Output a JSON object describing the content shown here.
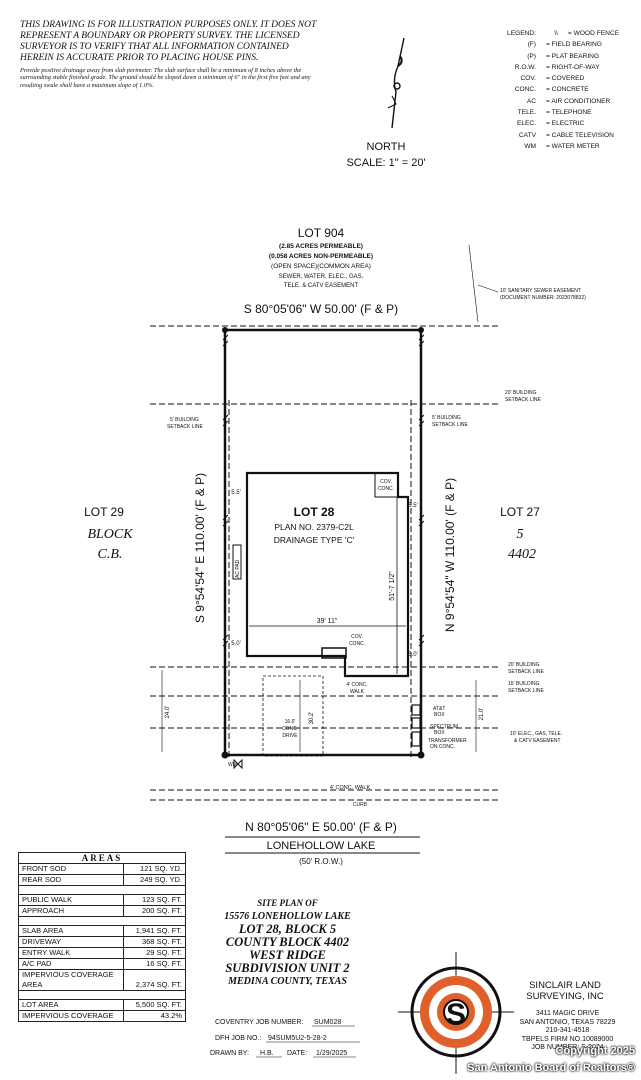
{
  "disclaimer": {
    "main": "This drawing is for illustration purposes only. It does not represent a boundary or property survey. The licensed surveyor is to verify that all information contained herein is accurate prior to placing house pins.",
    "drainage": "Provide positive drainage away from slab perimeter. The slab surface shall be a minimum of 8 inches above the surrounding stable finished grade. The ground should be sloped down a minimum of 6\" in the first five feet and any resulting swale shall have a maximum slope of 1.0%."
  },
  "legend": {
    "title": "LEGEND:",
    "items": [
      {
        "key": "\\\\",
        "value": "= WOOD FENCE"
      },
      {
        "key": "(F)",
        "value": "= FIELD BEARING"
      },
      {
        "key": "(P)",
        "value": "= PLAT BEARING"
      },
      {
        "key": "R.O.W.",
        "value": "= RIGHT-OF-WAY"
      },
      {
        "key": "COV.",
        "value": "= COVERED"
      },
      {
        "key": "CONC.",
        "value": "= CONCRETE"
      },
      {
        "key": "AC",
        "value": "= AIR CONDITIONER"
      },
      {
        "key": "TELE.",
        "value": "= TELEPHONE"
      },
      {
        "key": "ELEC.",
        "value": "= ELECTRIC"
      },
      {
        "key": "CATV",
        "value": "= CABLE TELEVISION"
      },
      {
        "key": "WM",
        "value": "= WATER METER"
      }
    ]
  },
  "north": {
    "label": "NORTH",
    "scale": "SCALE:  1\"  =  20'"
  },
  "lot_north": {
    "name": "LOT 904",
    "l1": "(2.85 ACRES PERMEABLE)",
    "l2": "(0.058 ACRES NON-PERMEABLE)",
    "l3": "(OPEN SPACE)(COMMON AREA)",
    "l4": "SEWER, WATER, ELEC., GAS,",
    "l5": "TELE. & CATV EASEMENT"
  },
  "bearings": {
    "north": "S 80°05'06\" W 50.00' (F & P)",
    "south": "N 80°05'06\" E 50.00' (F & P)",
    "west": "S 9°54'54\" E 110.00' (F & P)",
    "east": "N 9°54'54\" W 110.00' (F & P)"
  },
  "easements": {
    "sewer_1": "10' SANITARY SEWER EASEMENT",
    "sewer_2": "(DOCUMENT NUMBER: 2023078832)",
    "bsl20_top": "20' BUILDING",
    "bsl20_bottom": "SETBACK LINE",
    "bsl5_left_1": "5' BUILDING",
    "bsl5_left_2": "SETBACK LINE",
    "bsl5_right_1": "5' BUILDING",
    "bsl5_right_2": "SETBACK LINE",
    "bsl20b_1": "20' BUILDING",
    "bsl20b_2": "SETBACK LINE",
    "bsl15_1": "15' BUILDING",
    "bsl15_2": "SETBACK LINE",
    "util_1": "10' ELEC., GAS, TELE.",
    "util_2": "& CATV EASEMENT"
  },
  "lot_west": {
    "lot": "LOT 29",
    "block": "BLOCK",
    "cb": "C.B."
  },
  "lot_east": {
    "lot": "LOT 27",
    "block": "5",
    "num": "4402"
  },
  "house": {
    "lot": "LOT 28",
    "plan": "PLAN NO. 2379-C2L",
    "drainage": "DRAINAGE TYPE 'C'",
    "width": "39' 11\"",
    "depth": "51'-7 1/2\"",
    "cov_1": "COV.",
    "cov_2": "CONC.",
    "cov_front_1": "COV.",
    "cov_front_2": "CONC.",
    "ac": "AC PAD"
  },
  "dims": {
    "left_top": "5.5'",
    "right_top": "5.5'",
    "left_bottom": "5.0'",
    "right_bottom": "5.0'",
    "front_left": "24.0'",
    "front_right": "21.0'",
    "drive_len": "30.2'",
    "drive_1": "16.0'",
    "drive_2": "CONC.",
    "drive_3": "DRIVE"
  },
  "front": {
    "walk_1": "4' CONC.",
    "walk_2": "WALK",
    "att_1": "AT&T",
    "att_2": "BOX",
    "spec_1": "SPECTRUM",
    "spec_2": "BOX",
    "trans_1": "TRANSFORMER",
    "trans_2": "ON CONC.",
    "wm": "WM",
    "street_walk": "4' CONC. WALK",
    "curb": "CURB",
    "street": "LONEHOLLOW  LAKE",
    "row": "(50' R.O.W.)"
  },
  "areas": {
    "title": "AREAS",
    "groups": [
      [
        {
          "label": "FRONT SOD",
          "value": "121 SQ. YD."
        },
        {
          "label": "REAR SOD",
          "value": "249 SQ. YD."
        }
      ],
      [
        {
          "label": "PUBLIC WALK",
          "value": "123 SQ. FT."
        },
        {
          "label": "APPROACH",
          "value": "200 SQ. FT."
        }
      ],
      [
        {
          "label": "SLAB AREA",
          "value": "1,941 SQ. FT."
        },
        {
          "label": "DRIVEWAY",
          "value": "368 SQ. FT."
        },
        {
          "label": "ENTRY WALK",
          "value": "29 SQ. FT."
        },
        {
          "label": "A/C PAD",
          "value": "16 SQ. FT."
        },
        {
          "label": "IMPERVIOUS COVERAGE AREA",
          "value": "2,374 SQ. FT."
        }
      ],
      [
        {
          "label": "LOT AREA",
          "value": "5,500 SQ. FT."
        },
        {
          "label": "IMPERVIOUS COVERAGE",
          "value": "43.2%"
        }
      ]
    ]
  },
  "title_block": {
    "l1": "SITE PLAN OF",
    "l2": "15576 LONEHOLLOW LAKE",
    "l3": "LOT 28, BLOCK 5",
    "l4": "COUNTY BLOCK 4402",
    "l5": "WEST RIDGE",
    "l6": "SUBDIVISION UNIT 2",
    "l7": "MEDINA COUNTY, TEXAS",
    "coventry_label": "COVENTRY JOB NUMBER:",
    "coventry_value": "SUM028",
    "dfh_label": "DFH JOB NO.:",
    "dfh_value": "94SUM5U2-5-28-2",
    "drawn_label": "DRAWN BY:",
    "drawn_value": "H.B.",
    "date_label": "DATE:",
    "date_value": "1/29/2025"
  },
  "company": {
    "name_1": "SINCLAIR LAND",
    "name_2": "SURVEYING, INC",
    "addr_1": "3411 MAGIC DRIVE",
    "addr_2": "SAN ANTONIO, TEXAS 78229",
    "phone": "210-341-4518",
    "tbpels": "TBPELS FIRM NO.10089000",
    "job": "JOB NUMBER: S-2024"
  },
  "watermark": {
    "copyright": "Copyright 2025",
    "board": "San Antonio Board of Realtors®"
  },
  "colors": {
    "logo_orange": "#e0602b",
    "ink": "#111111"
  }
}
